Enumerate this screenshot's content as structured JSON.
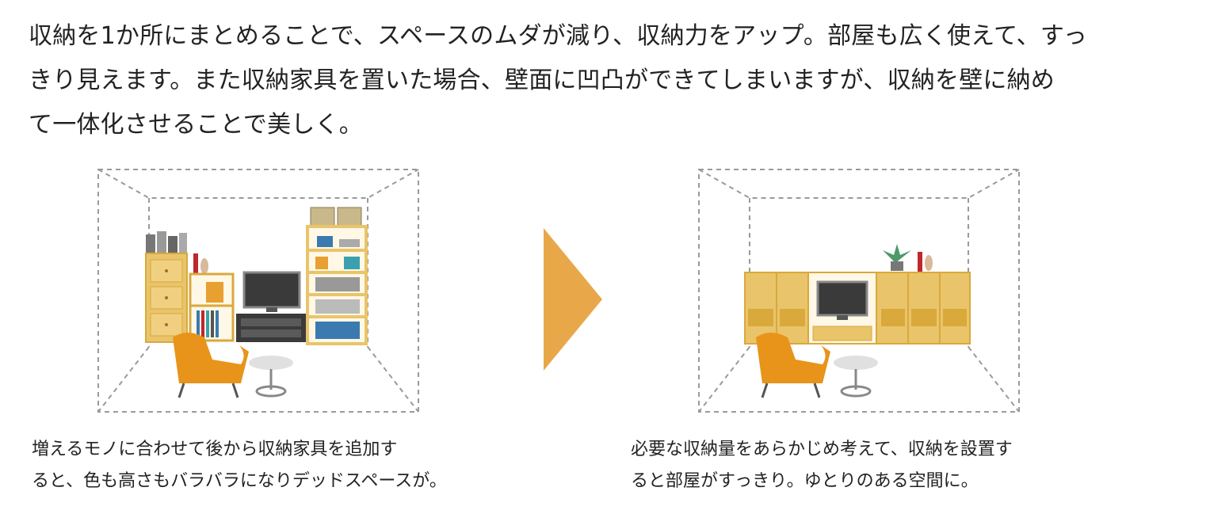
{
  "intro": {
    "line1": "収納を1か所にまとめることで、スペースのムダが減り、収納力をアップ。部屋も広く使えて、すっ",
    "line2": "きり見えます。また収納家具を置いた場合、壁面に凹凸ができてしまいますが、収納を壁に納め",
    "line3": "て一体化させることで美しく。"
  },
  "captions": {
    "before": {
      "line1": "増えるモノに合わせて後から収納家具を追加す",
      "line2": "ると、色も高さもバラバラになりデッドスペースが。"
    },
    "after": {
      "line1": "必要な収納量をあらかじめ考えて、収納を設置す",
      "line2": "ると部屋がすっきり。ゆとりのある空間に。"
    }
  },
  "colors": {
    "arrow": "#e8a84a",
    "wood": "#e9c46a",
    "wood_dark": "#d9a93c",
    "chair": "#e8941a",
    "tv": "#3a3a3a",
    "dashed": "#9a9a9a"
  },
  "icons": {
    "arrow": "triangle-right-icon",
    "room_before": "cluttered-room-illustration",
    "room_after": "tidy-room-illustration"
  }
}
